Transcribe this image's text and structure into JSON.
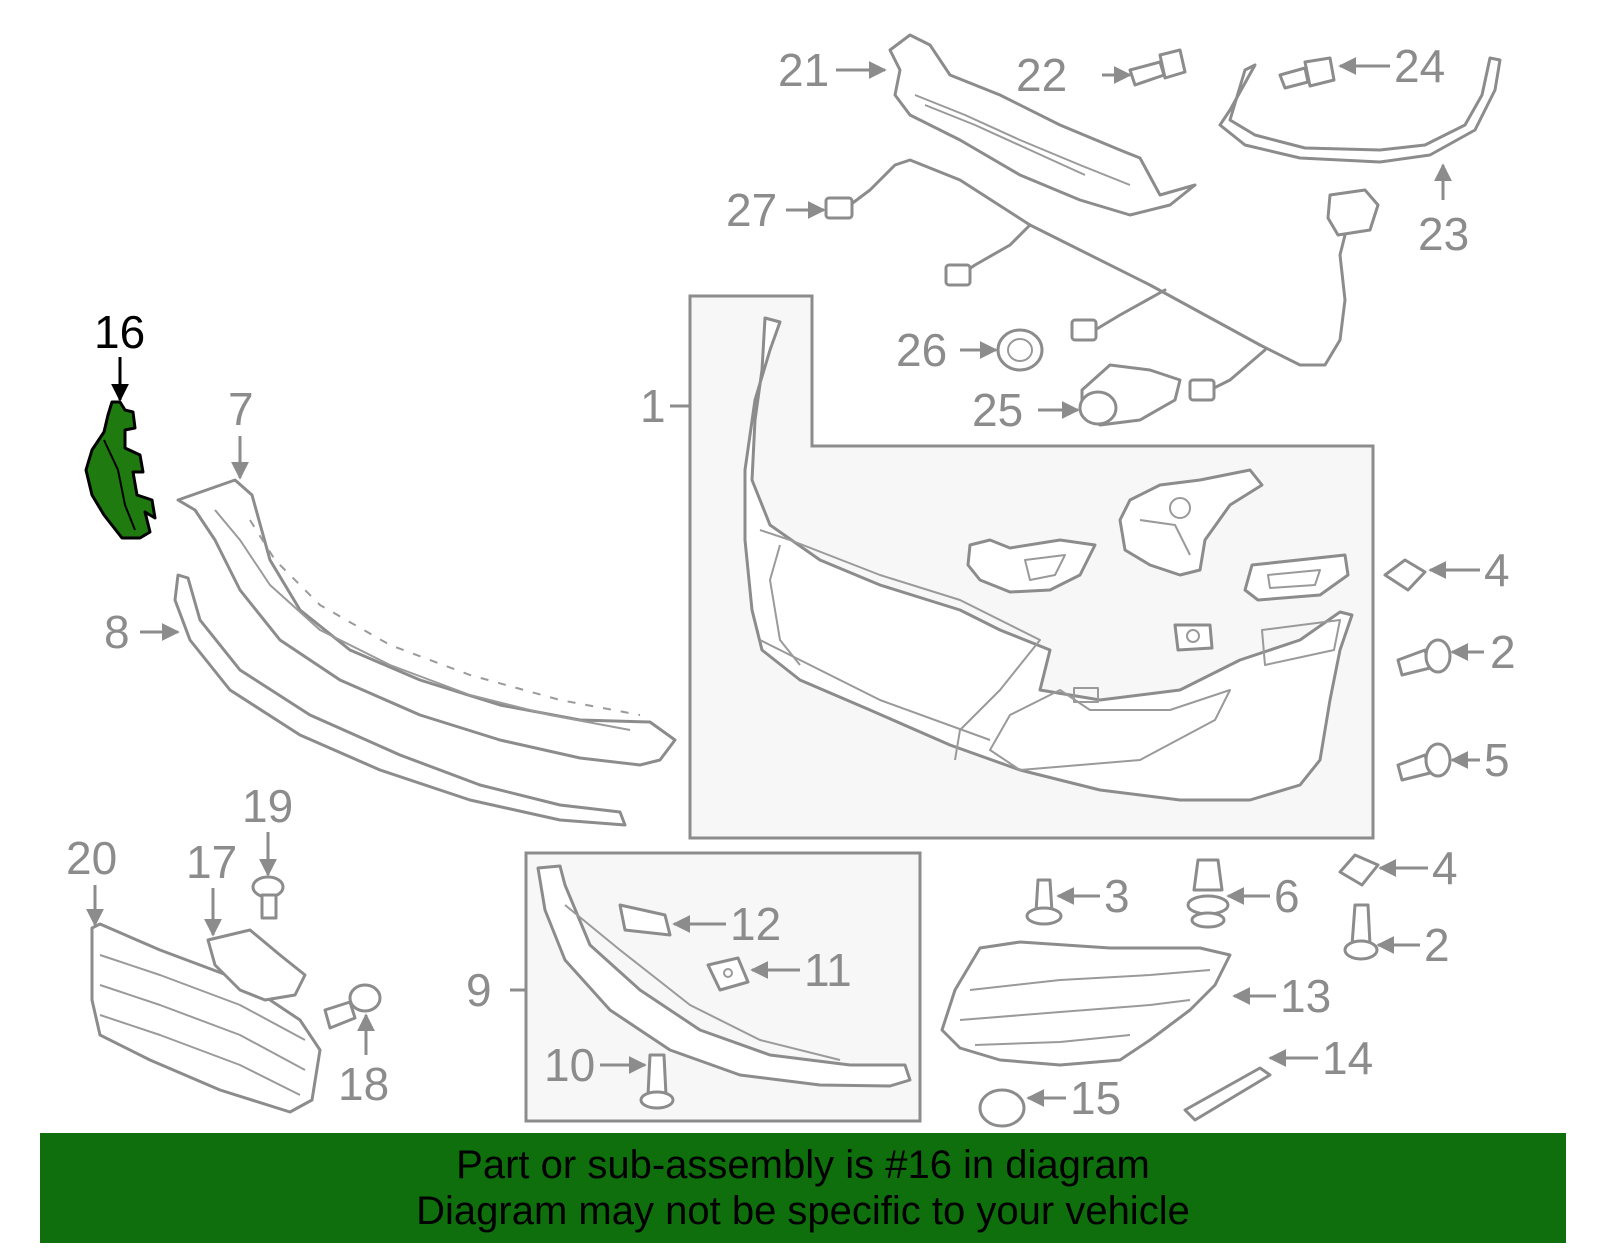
{
  "highlight": {
    "callout": "16",
    "fill_color": "#1f7a10"
  },
  "callouts": {
    "c1": "1",
    "c2a": "2",
    "c2b": "2",
    "c3": "3",
    "c4a": "4",
    "c4b": "4",
    "c5": "5",
    "c6": "6",
    "c7": "7",
    "c8": "8",
    "c9": "9",
    "c10": "10",
    "c11": "11",
    "c12": "12",
    "c13": "13",
    "c14": "14",
    "c15": "15",
    "c17": "17",
    "c18": "18",
    "c19": "19",
    "c20": "20",
    "c21": "21",
    "c22": "22",
    "c23": "23",
    "c24": "24",
    "c25": "25",
    "c26": "26",
    "c27": "27"
  },
  "footer": {
    "line1": "Part or sub-assembly is #16 in diagram",
    "line2": "Diagram may not be specific to your vehicle",
    "background_color": "#0e6f0c"
  },
  "colors": {
    "line_art": "#8c8c8c",
    "box_fill": "#f7f7f7"
  }
}
